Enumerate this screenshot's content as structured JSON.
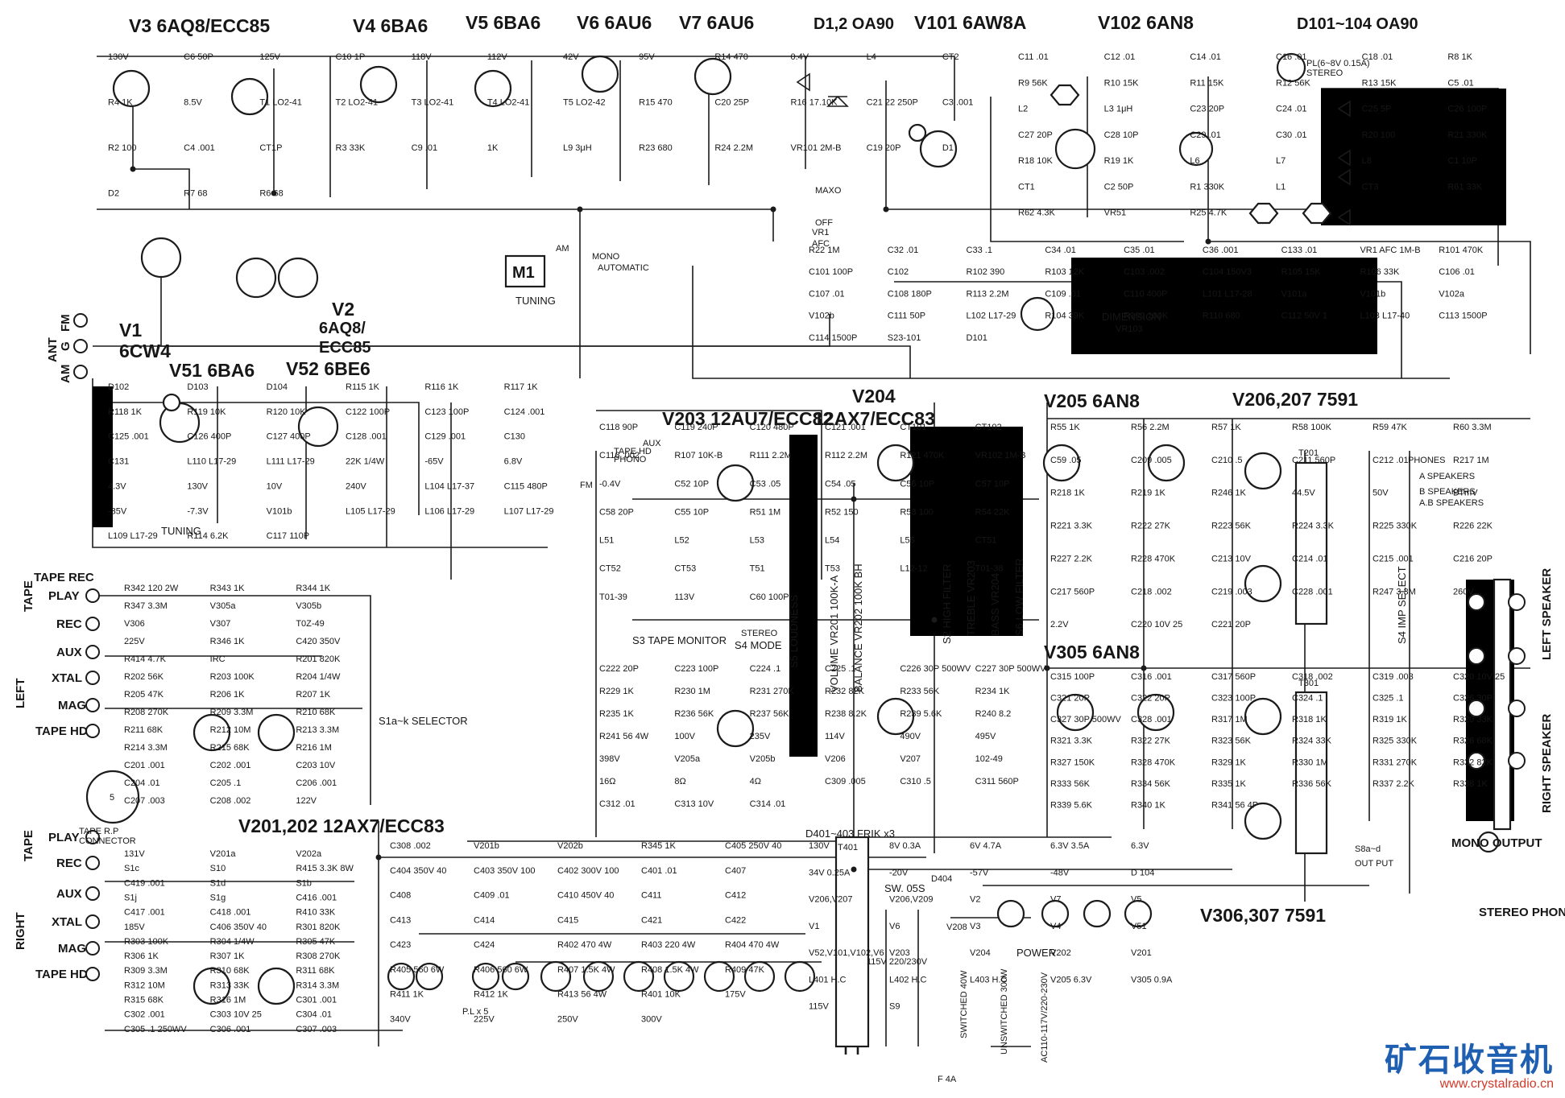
{
  "tubes": {
    "v3": "V3 6AQ8/ECC85",
    "v4": "V4 6BA6",
    "v5": "V5 6BA6",
    "v6": "V6 6AU6",
    "v7": "V7 6AU6",
    "d12": "D1,2 OA90",
    "v101": "V101 6AW8A",
    "v102": "V102 6AN8",
    "d101": "D101~104 OA90",
    "v1": "V1",
    "v1_type": "6CW4",
    "v2": "V2",
    "v2_type_a": "6AQ8/",
    "v2_type_b": "ECC85",
    "v51": "V51 6BA6",
    "v52": "V52 6BE6",
    "v203": "V203 12AU7/ECC82",
    "v204": "V204",
    "v204_type": "12AX7/ECC83",
    "v205": "V205 6AN8",
    "v206": "V206,207 7591",
    "v305": "V305 6AN8",
    "v201": "V201,202 12AX7/ECC83",
    "v306": "V306,307 7591"
  },
  "inputs_left": {
    "tape_rec": "TAPE REC",
    "tape": "TAPE",
    "play": "PLAY",
    "rec": "REC",
    "aux": "AUX",
    "xtal": "XTAL",
    "mag": "MAG",
    "tape_hd": "TAPE HD",
    "side": "LEFT"
  },
  "inputs_right": {
    "tape": "TAPE",
    "play": "PLAY",
    "rec": "REC",
    "aux": "AUX",
    "xtal": "XTAL",
    "mag": "MAG",
    "tape_hd": "TAPE HD",
    "side": "RIGHT"
  },
  "antenna": {
    "fm": "FM",
    "ant": "ANT",
    "g": "G",
    "am": "AM"
  },
  "controls": {
    "tuning_meter": "M1",
    "tuning": "TUNING",
    "tuning_low": "TUNING",
    "selector": "S1a~k SELECTOR",
    "tape_monitor": "S3 TAPE MONITOR",
    "mode": "S4 MODE",
    "loudness": "S5 LOUDNESS",
    "volume": "VOLUME VR201 100K-A",
    "balance": "BALANCE VR202 100K BH",
    "high_filter": "S2 HIGH FILTER",
    "treble": "TREBLE VR203",
    "bass": "BASS VR204",
    "low_filter": "S6 LOW FILTER",
    "imp_select": "S4 IMP SELECT",
    "dimension": "DIMENSION",
    "vr103": "VR103",
    "vr1": "VR1",
    "afc": "AFC",
    "maxo": "MAXO",
    "off": "OFF",
    "mono": "MONO",
    "automatic": "AUTOMATIC",
    "stereo": "STEREO",
    "phono": "PHONO",
    "aux": "AUX",
    "fm": "FM",
    "am": "AM",
    "tape_hd": "TAPE HD",
    "pilot": "PL(6~8V 0.15A)",
    "pilot_stereo": "STEREO"
  },
  "outputs": {
    "phones": "PHONES",
    "a_speakers": "A SPEAKERS",
    "b_speakers": "B SPEAKERS",
    "ab_speakers": "A.B SPEAKERS",
    "right_speaker": "RIGHT SPEAKER",
    "left_speaker": "LEFT SPEAKER",
    "mono_output": "MONO OUTPUT",
    "out_put": "OUT PUT",
    "stereo_phones": "STEREO PHONES",
    "s8": "S8a~d",
    "t201": "T201",
    "t301": "T301"
  },
  "power": {
    "rectifier": "D401~403 FRIK x3",
    "t401": "T401",
    "sw": "SW. 05S",
    "d404": "D404",
    "v208": "V208",
    "power": "POWER",
    "ac": "AC110-117V/220-230V",
    "switched": "SWITCHED 40W",
    "unswitched": "UNSWITCHED 300W",
    "fuse": "F 4A",
    "pl5": "P.L x 5",
    "taps": "115V 220/230V"
  },
  "connector": {
    "label_a": "TAPE R.P",
    "label_b": "CONNECTOR",
    "pins": "5"
  },
  "watermark": {
    "title": "矿石收音机",
    "url": "www.crystalradio.cn"
  },
  "component_labels": [
    "130V",
    "C6 50P",
    "125V",
    "C10 1P",
    "118V",
    "112V",
    "42V",
    "95V",
    "R14 470",
    "0.4V",
    "L4",
    "CT2",
    "R4 1K",
    "8.5V",
    "T1 LO2-41",
    "T2 LO2-41",
    "T3 LO2-41",
    "T4 LO2-41",
    "T5 LO2-42",
    "R15 470",
    "C20 25P",
    "R16 17.10K",
    "C21 22 250P",
    "C3 .001",
    "R2 100",
    "C4 .001",
    "CT1P",
    "R3 33K",
    "C9 .01",
    "1K",
    "L9 3μH",
    "R23 680",
    "R24 2.2M",
    "VR101 2M-B",
    "C19 20P",
    "D1",
    "D2",
    "R7 68",
    "R6 68",
    "C11 .01",
    "C12 .01",
    "C14 .01",
    "C16 .01",
    "C18 .01",
    "R8 1K",
    "R9 56K",
    "R10 15K",
    "R11 15K",
    "R12 56K",
    "R13 15K",
    "C5 .01",
    "L2",
    "L3 1μH",
    "C23 20P",
    "C24 .01",
    "C25 5P",
    "C26 100P",
    "C27 20P",
    "C28 10P",
    "C29 .01",
    "C30 .01",
    "R20 100",
    "R21 330K",
    "R18 10K",
    "R19 1K",
    "L6",
    "L7",
    "L8",
    "C1 10P",
    "CT1",
    "C2 50P",
    "R1 330K",
    "L1",
    "CT3",
    "R61 33K",
    "R62 4.3K",
    "VR51",
    "R25 4.7K",
    "R22 1M",
    "C32 .01",
    "C33 .1",
    "C34 .01",
    "C35 .01",
    "C36 .001",
    "C133 .01",
    "VR1 AFC 1M-B",
    "R101 470K",
    "C101 100P",
    "C102",
    "R102 390",
    "R103 12K",
    "C103 .002",
    "C104 150V3",
    "R105 15K",
    "R106 33K",
    "C106 .01",
    "C107 .01",
    "C108 180P",
    "R113 2.2M",
    "C109 .01",
    "C110 400P",
    "L101 L17-28",
    "V101a",
    "V101b",
    "V102a",
    "V102b",
    "C111 50P",
    "L102 L17-29",
    "R104 39K",
    "R109 100K",
    "R110 680",
    "C112 50V 1",
    "L103 L17-40",
    "C113 1500P",
    "C114 1500P",
    "S23-101",
    "D101",
    "D102",
    "D103",
    "D104",
    "R115 1K",
    "R116 1K",
    "R117 1K",
    "R118 1K",
    "R119 10K",
    "R120 10K",
    "C122 100P",
    "C123 100P",
    "C124 .001",
    "C125 .001",
    "C126 400P",
    "C127 400P",
    "C128 .001",
    "C129 .001",
    "C130",
    "C131",
    "L110 L17-29",
    "L111 L17-29",
    "22K 1/4W",
    "-65V",
    "6.8V",
    "4.3V",
    "130V",
    "10V",
    "240V",
    "L104 L17-37",
    "C115 480P",
    "-35V",
    "-7.3V",
    "V101b",
    "L105 L17-29",
    "L106 L17-29",
    "L107 L17-29",
    "L109 L17-29",
    "R114 6.2K",
    "C117 110P",
    "C118 90P",
    "C119 240P",
    "C120 480P",
    "C121 .001",
    "CT101",
    "CT102",
    "C116 .002",
    "R107 10K-B",
    "R111 2.2M",
    "R112 2.2M",
    "R121 470K",
    "VR102 1M-B",
    "-0.4V",
    "C52 10P",
    "C53 .05",
    "C54 .05",
    "C56 10P",
    "C57 10P",
    "C58 20P",
    "C55 10P",
    "R51 1M",
    "R52 150",
    "R53 100",
    "R54 22K",
    "L51",
    "L52",
    "L53",
    "L54",
    "L55",
    "CT51",
    "CT52",
    "CT53",
    "T51",
    "T53",
    "L12-12",
    "T01-38",
    "T01-39",
    "113V",
    "C60 100P",
    "R55 1K",
    "R56 2.2M",
    "R57 1K",
    "R58 100K",
    "R59 47K",
    "R60 3.3M",
    "C59 .05",
    "C209 .005",
    "C210 .5",
    "C211 560P",
    "C212 .01",
    "R217 1M",
    "R218 1K",
    "R219 1K",
    "R246 1K",
    "44.5V",
    "50V",
    "BTmV",
    "R221 3.3K",
    "R222 27K",
    "R223 56K",
    "R224 3.3K",
    "R225 330K",
    "R226 22K",
    "R227 2.2K",
    "R228 470K",
    "C213 10V",
    "C214 .01",
    "C215 .001",
    "C216 20P",
    "C217 560P",
    "C218 .002",
    "C219 .003",
    "C228 .001",
    "R247 3.3M",
    "260V",
    "2.2V",
    "C220 10V 25",
    "C221 20P",
    "C222 20P",
    "C223 100P",
    "C224 .1",
    "C225 .1",
    "C226 30P 500WV",
    "C227 30P 500WV",
    "R229 1K",
    "R230 1M",
    "R231 270K",
    "R232 82K",
    "R233 56K",
    "R234 1K",
    "R235 1K",
    "R236 56K",
    "R237 56K",
    "R238 8.2K",
    "R239 5.6K",
    "R240 8.2",
    "R241 56 4W",
    "100V",
    "235V",
    "114V",
    "490V",
    "495V",
    "398V",
    "V205a",
    "V205b",
    "V206",
    "V207",
    "102-49",
    "16Ω",
    "8Ω",
    "4Ω",
    "C309 .005",
    "C310 .5",
    "C311 560P",
    "C312 .01",
    "C313 10V",
    "C314 .01",
    "C315 100P",
    "C316 .001",
    "C317 560P",
    "C318 .002",
    "C319 .003",
    "C320 10V 25",
    "C321 20P",
    "C322 20P",
    "C323 100P",
    "C324 .1",
    "C325 .1",
    "C326 30P",
    "C327 30P 500WV",
    "C328 .001",
    "R317 1M",
    "R318 1K",
    "R319 1K",
    "R320 33K",
    "R321 3.3K",
    "R322 27K",
    "R323 56K",
    "R324 33K",
    "R325 330K",
    "R326 68K",
    "R327 150K",
    "R328 470K",
    "R329 1K",
    "R330 1M",
    "R331 270K",
    "R332 82K",
    "R333 56K",
    "R334 56K",
    "R335 1K",
    "R336 56K",
    "R337 2.2K",
    "R338 1K",
    "R339 5.6K",
    "R340 1K",
    "R341 56 4P",
    "R342 120 2W",
    "R343 1K",
    "R344 1K",
    "R347 3.3M",
    "V305a",
    "V305b",
    "V306",
    "V307",
    "T0Z-49",
    "225V",
    "R346 1K",
    "C420 350V",
    "R414 4.7K",
    "IRC",
    "R201 820K",
    "R202 56K",
    "R203 100K",
    "R204 1/4W",
    "R205 47K",
    "R206 1K",
    "R207 1K",
    "R208 270K",
    "R209 3.3M",
    "R210 68K",
    "R211 68K",
    "R212 10M",
    "R213 3.3M",
    "R214 3.3M",
    "R215 68K",
    "R216 1M",
    "C201 .001",
    "C202 .001",
    "C203 10V",
    "C204 .01",
    "C205 .1",
    "C206 .001",
    "C207 .003",
    "C208 .002",
    "122V",
    "131V",
    "V201a",
    "V202a",
    "S1c",
    "S10",
    "R415 3.3K 8W",
    "C419 .001",
    "S1d",
    "S1b",
    "S1j",
    "S1g",
    "C416 .001",
    "C417 .001",
    "C418 .001",
    "R410 33K",
    "185V",
    "C406 350V 40",
    "R301 820K",
    "R303 100K",
    "R304 1/4W",
    "R305 47K",
    "R306 1K",
    "R307 1K",
    "R308 270K",
    "R309 3.3M",
    "R310 68K",
    "R311 68K",
    "R312 10M",
    "R313 33K",
    "R314 3.3M",
    "R315 68K",
    "R316 1M",
    "C301 .001",
    "C302 .001",
    "C303 10V 25",
    "C304 .01",
    "C305 .1 250WV",
    "C306 .001",
    "C307 .003",
    "C308 .002",
    "V201b",
    "V202b",
    "R345 1K",
    "C405 250V 40",
    "C404 350V 40",
    "C403 350V 100",
    "C402 300V 100",
    "C401 .01",
    "C407",
    "C408",
    "C409 .01",
    "C410 450V 40",
    "C411",
    "C412",
    "C413",
    "C414",
    "C415",
    "C421",
    "C422",
    "C423",
    "C424",
    "R402 470 4W",
    "R403 220 4W",
    "R404 470 4W",
    "R405 560 6W",
    "R406 560 6W",
    "R407 1.5K 4W",
    "R408 1.5K 4W",
    "R409 47K",
    "R411 1K",
    "R412 1K",
    "R413 56 4W",
    "R401 10K",
    "175V",
    "340V",
    "225V",
    "250V",
    "300V",
    "130V",
    "8V 0.3A",
    "6V 4.7A",
    "6.3V 3.5A",
    "6.3V",
    "34V 0.25A",
    "-20V",
    "-57V",
    "-48V",
    "D 104",
    "V206,V207",
    "V206,V209",
    "V2",
    "V7",
    "V5",
    "V1",
    "V6",
    "V3",
    "V4",
    "V51",
    "V52,V101,V102,V6",
    "V203",
    "V204",
    "V202",
    "V201",
    "L401 H.C",
    "L402 H.C",
    "L403 H.C",
    "V205 6.3V",
    "V305 0.9A",
    "115V",
    "S9"
  ]
}
